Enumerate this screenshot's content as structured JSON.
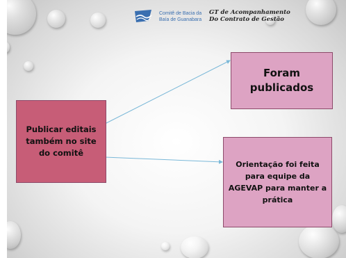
{
  "header": {
    "org_line1": "Comitê de Bacia da",
    "org_line2": "Baía de Guanabara",
    "gt_line1": "GT de Acompanhamento",
    "gt_line2": "Do Contrato de Gestão"
  },
  "diagram": {
    "source_box": "Publicar editais também no site do comitê",
    "target_top": "Foram publicados",
    "target_bottom": "Orientação foi feita para equipe da AGEVAP para manter a prática"
  },
  "colors": {
    "source_fill": "#c75d77",
    "target_fill": "#dda3c3",
    "arrow": "#7ab8d8",
    "header_blue": "#3a6fb0"
  }
}
